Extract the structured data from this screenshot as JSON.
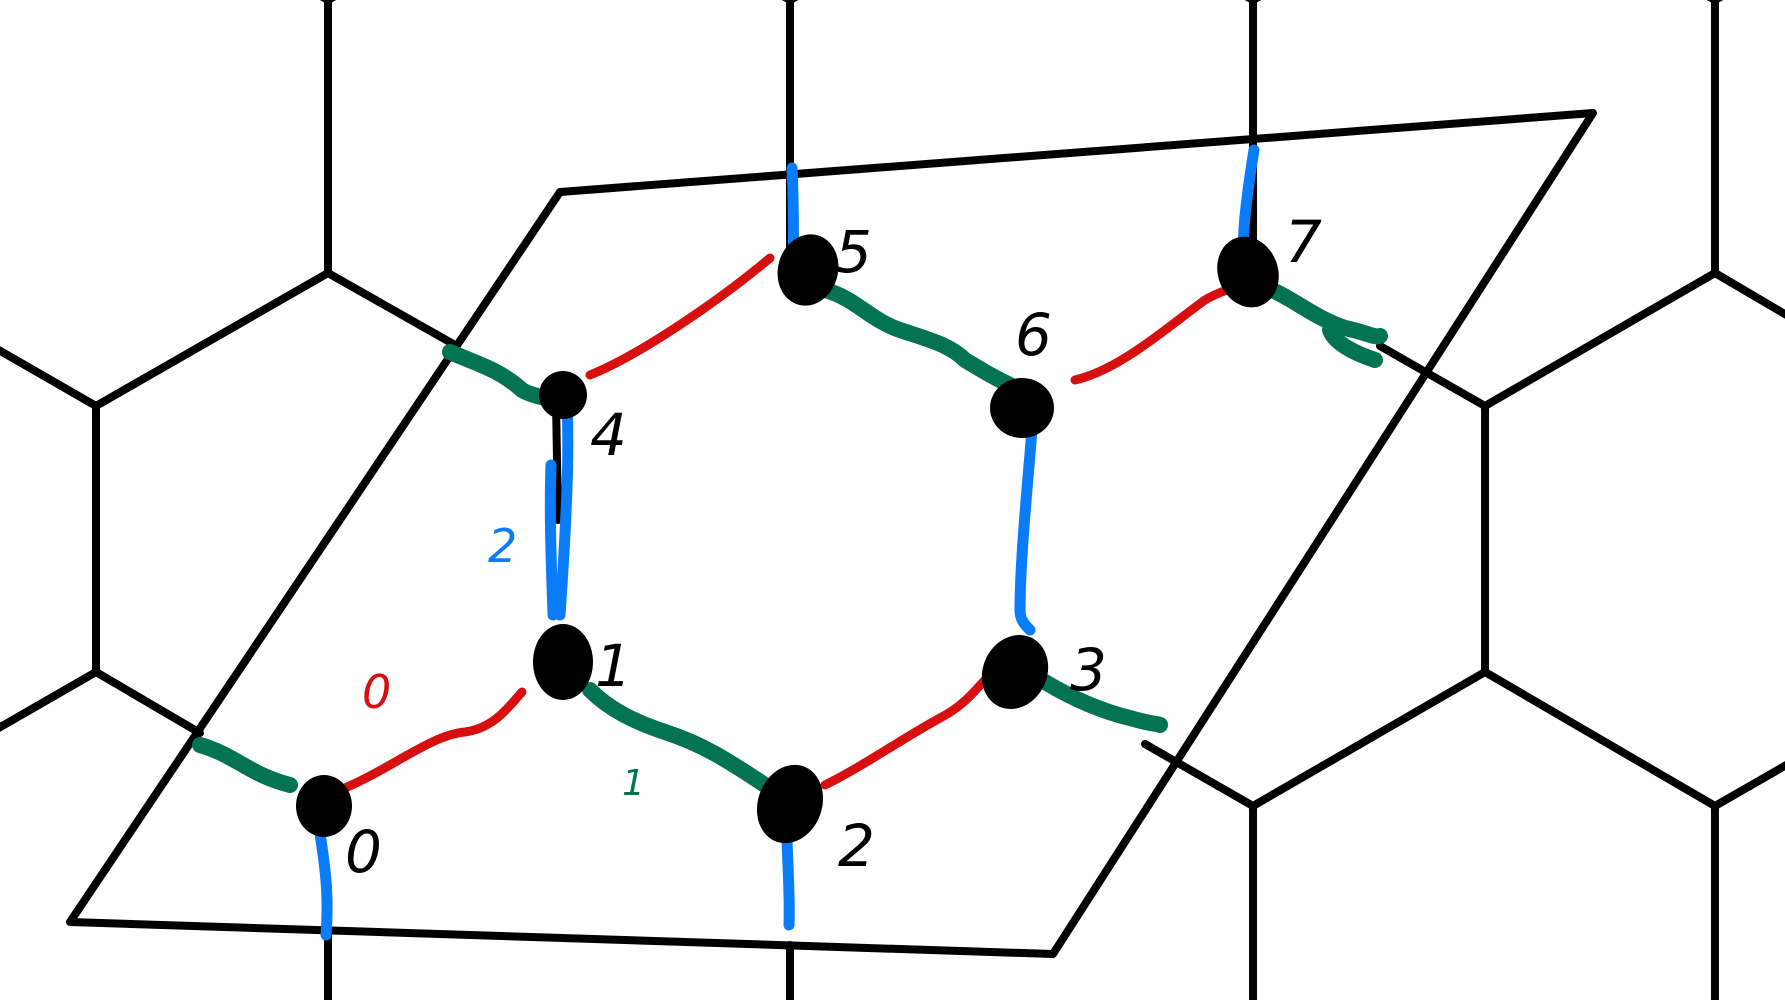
{
  "colors": {
    "background": "#ffffff",
    "lattice": "#000000",
    "bond_red": "#d70f0f",
    "bond_green": "#047351",
    "bond_blue": "#0a7cf8",
    "vertex": "#000000"
  },
  "bond_type_labels": [
    {
      "text": "0",
      "color": "red"
    },
    {
      "text": "1",
      "color": "green"
    },
    {
      "text": "2",
      "color": "blue"
    }
  ],
  "vertices": [
    {
      "label": "0"
    },
    {
      "label": "1"
    },
    {
      "label": "2"
    },
    {
      "label": "3"
    },
    {
      "label": "4"
    },
    {
      "label": "5"
    },
    {
      "label": "6"
    },
    {
      "label": "7"
    }
  ]
}
